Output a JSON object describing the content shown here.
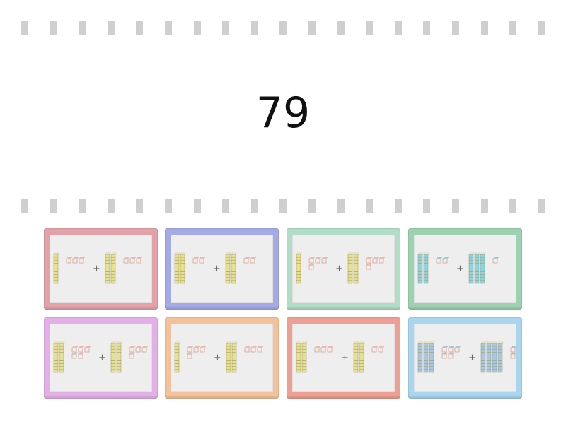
{
  "target_number": "79",
  "options": [
    {
      "tens": 3,
      "ones": 6,
      "color": "#e3a2aa",
      "rod_color": "#e9e08a",
      "cube_color": "#f0c0b8"
    },
    {
      "tens": 4,
      "ones": 4,
      "color": "#a4aae6",
      "rod_color": "#e9e08a",
      "cube_color": "#f0c0b8"
    },
    {
      "tens": 3,
      "ones": 8,
      "color": "#b1dcc7",
      "rod_color": "#e9e08a",
      "cube_color": "#f0c0b8"
    },
    {
      "tens": 5,
      "ones": 3,
      "color": "#9dd1b0",
      "rod_color": "#8fd4dc",
      "cube_color": "#8fd4dc"
    },
    {
      "tens": 4,
      "ones": 9,
      "color": "#e2b0e6",
      "rod_color": "#e9e08a",
      "cube_color": "#f0c0b8"
    },
    {
      "tens": 3,
      "ones": 7,
      "color": "#f3c29b",
      "rod_color": "#e9e08a",
      "cube_color": "#f0c0b8"
    },
    {
      "tens": 4,
      "ones": 5,
      "color": "#ec9f92",
      "rod_color": "#e9e08a",
      "cube_color": "#f0c0b8"
    },
    {
      "tens": 7,
      "ones": 9,
      "color": "#a9d5ee",
      "rod_color": "#a7c8e6",
      "cube_color": "#a7c8e6"
    }
  ],
  "plus_sign": "+"
}
